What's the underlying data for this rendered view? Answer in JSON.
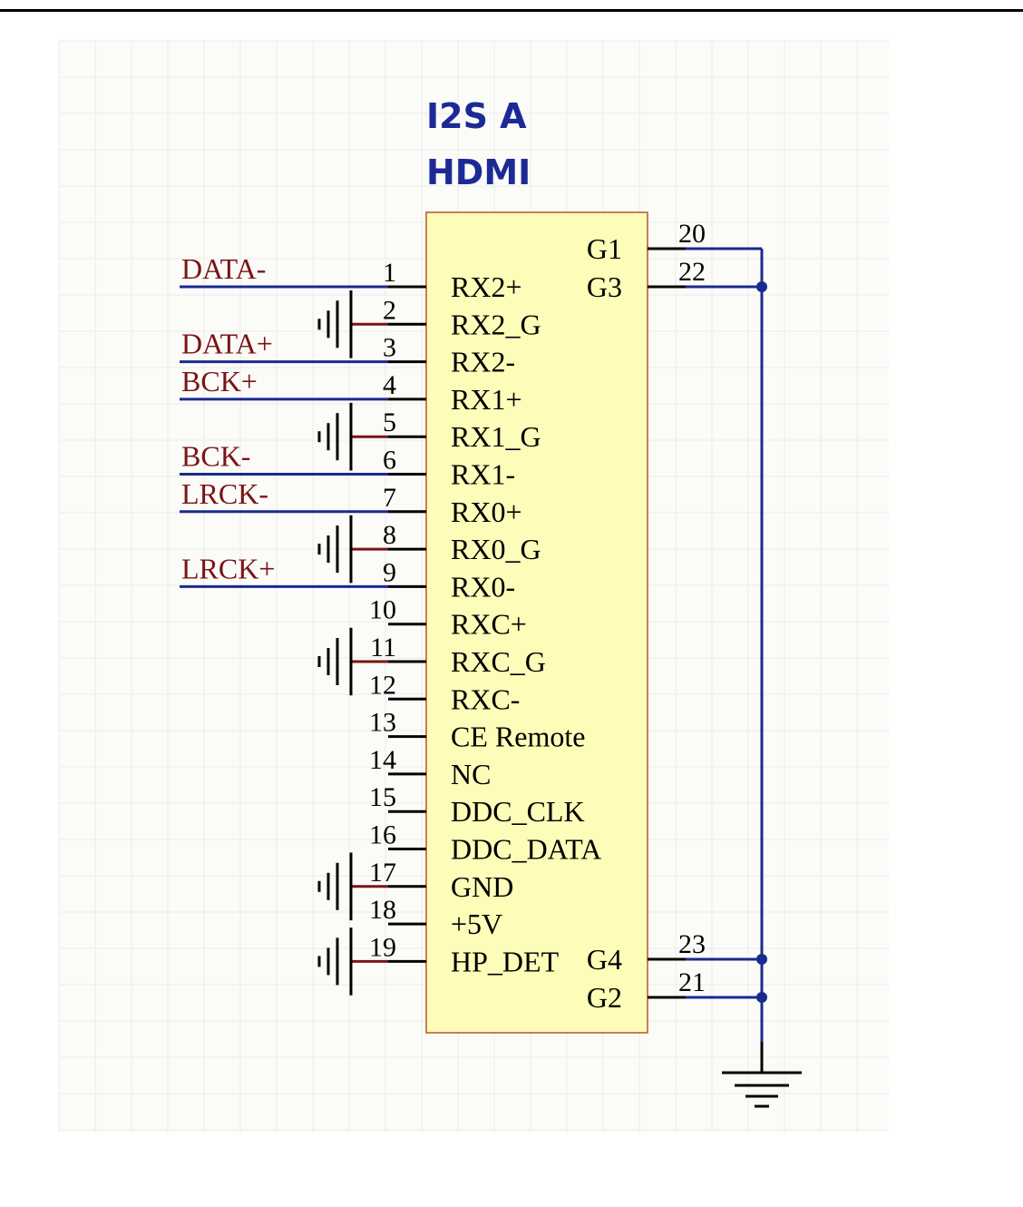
{
  "colors": {
    "wire": "#1a2a8f",
    "pin": "#000000",
    "net_label": "#7a1416",
    "body_fill": "#fdfcb8",
    "body_stroke": "#b7562a",
    "title": "#1c2a96",
    "grid": "#ebebeb",
    "sheet": "#fbfbf8"
  },
  "component": {
    "designator": "I2S A",
    "name": "HDMI"
  },
  "left_pins": [
    {
      "num": "1",
      "label": "RX2+",
      "net": "DATA-",
      "gnd": false
    },
    {
      "num": "2",
      "label": "RX2_G",
      "net": "",
      "gnd": true
    },
    {
      "num": "3",
      "label": "RX2-",
      "net": "DATA+",
      "gnd": false
    },
    {
      "num": "4",
      "label": "RX1+",
      "net": "BCK+",
      "gnd": false
    },
    {
      "num": "5",
      "label": "RX1_G",
      "net": "",
      "gnd": true
    },
    {
      "num": "6",
      "label": "RX1-",
      "net": "BCK-",
      "gnd": false
    },
    {
      "num": "7",
      "label": "RX0+",
      "net": "LRCK-",
      "gnd": false
    },
    {
      "num": "8",
      "label": "RX0_G",
      "net": "",
      "gnd": true
    },
    {
      "num": "9",
      "label": "RX0-",
      "net": "LRCK+",
      "gnd": false
    },
    {
      "num": "10",
      "label": "RXC+",
      "net": "",
      "gnd": false
    },
    {
      "num": "11",
      "label": "RXC_G",
      "net": "",
      "gnd": true
    },
    {
      "num": "12",
      "label": "RXC-",
      "net": "",
      "gnd": false
    },
    {
      "num": "13",
      "label": "CE Remote",
      "net": "",
      "gnd": false
    },
    {
      "num": "14",
      "label": "NC",
      "net": "",
      "gnd": false
    },
    {
      "num": "15",
      "label": "DDC_CLK",
      "net": "",
      "gnd": false
    },
    {
      "num": "16",
      "label": "DDC_DATA",
      "net": "",
      "gnd": false
    },
    {
      "num": "17",
      "label": "GND",
      "net": "",
      "gnd": true
    },
    {
      "num": "18",
      "label": "+5V",
      "net": "",
      "gnd": false
    },
    {
      "num": "19",
      "label": "HP_DET",
      "net": "",
      "gnd": true
    }
  ],
  "right_pins": [
    {
      "num": "20",
      "label": "G1"
    },
    {
      "num": "22",
      "label": "G3"
    },
    {
      "num": "23",
      "label": "G4"
    },
    {
      "num": "21",
      "label": "G2"
    }
  ]
}
